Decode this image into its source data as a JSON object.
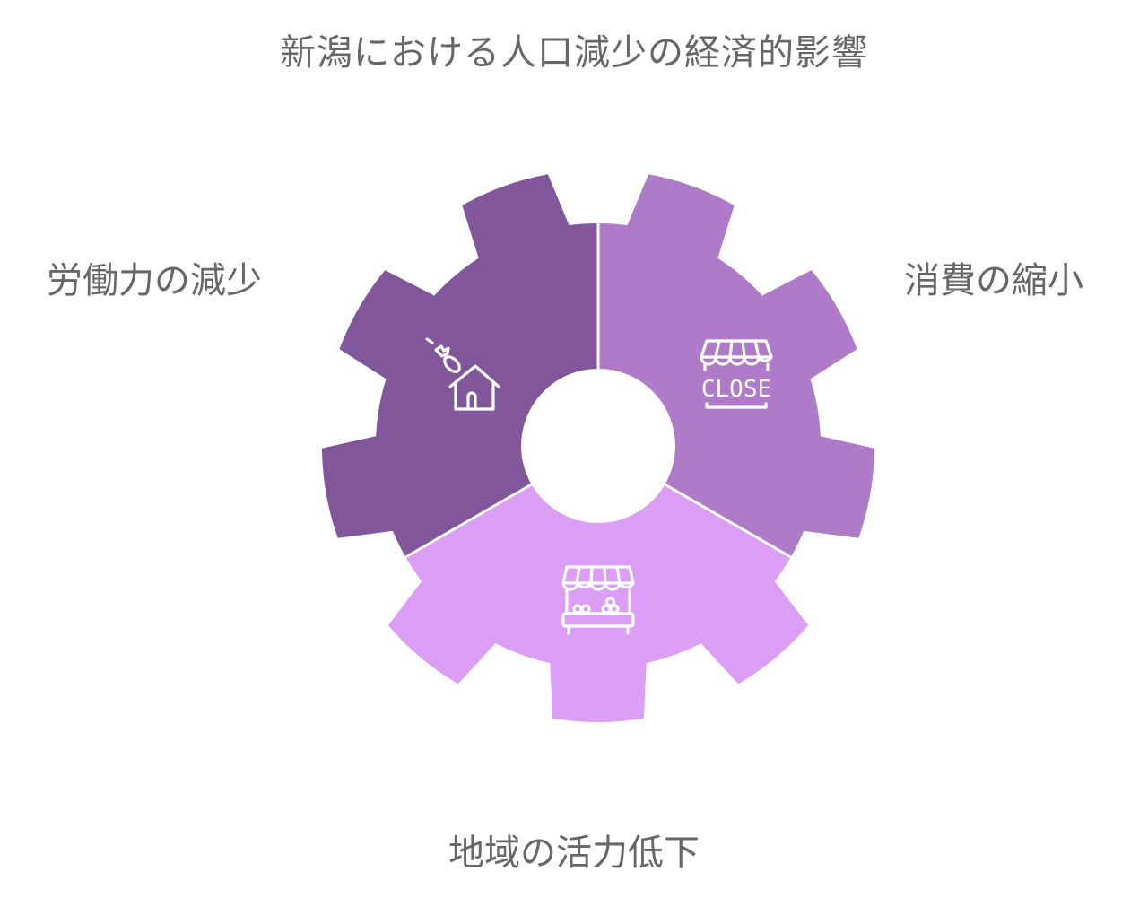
{
  "title": "新潟における人口減少の経済的影響",
  "segments": [
    {
      "label": "労働力の減少",
      "color": "#82569A",
      "icon": "house-decline-icon"
    },
    {
      "label": "消費の縮小",
      "color": "#AF7AC8",
      "icon": "store-closed-icon"
    },
    {
      "label": "地域の活力低下",
      "color": "#DB9DF5",
      "icon": "market-stall-icon"
    }
  ],
  "icons": {
    "close_text": "CLOSE"
  },
  "colors": {
    "text": "#676767",
    "divider": "#ffffff",
    "background": "#ffffff"
  }
}
